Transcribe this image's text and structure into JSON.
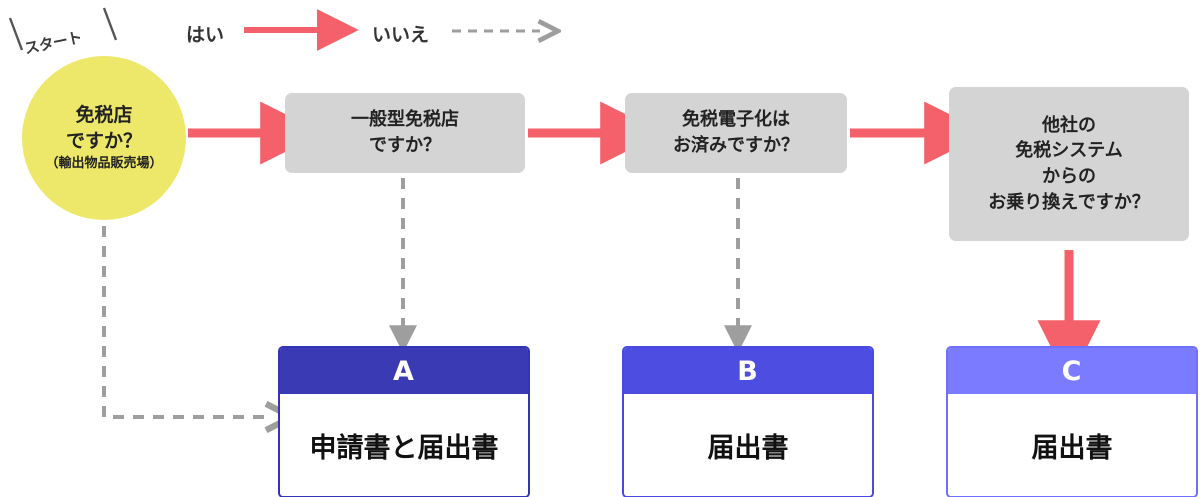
{
  "legend": {
    "start_label": "スタート",
    "yes_label": "はい",
    "no_label": "いいえ"
  },
  "start_node": {
    "line1": "免税店",
    "line2": "ですか？",
    "line3": "（輸出物品販売場）"
  },
  "questions": [
    {
      "line1": "一般型免税店",
      "line2": "ですか？",
      "line3": "",
      "line4": ""
    },
    {
      "line1": "免税電子化は",
      "line2": "お済みですか？",
      "line3": "",
      "line4": ""
    },
    {
      "line1": "他社の",
      "line2": "免税システム",
      "line3": "からの",
      "line4": "お乗り換えですか？"
    }
  ],
  "results": [
    {
      "title": "A",
      "body": "申請書と届出書"
    },
    {
      "title": "B",
      "body": "届出書"
    },
    {
      "title": "C",
      "body": "届出書"
    }
  ],
  "colors": {
    "yes_arrow": "#f4616a",
    "no_arrow": "#9e9e9e",
    "start_fill": "#eee86a",
    "question_fill": "#d4d4d4",
    "card_a": "#3a3ab5",
    "card_b": "#4d4de2",
    "card_c": "#7b7bff"
  }
}
